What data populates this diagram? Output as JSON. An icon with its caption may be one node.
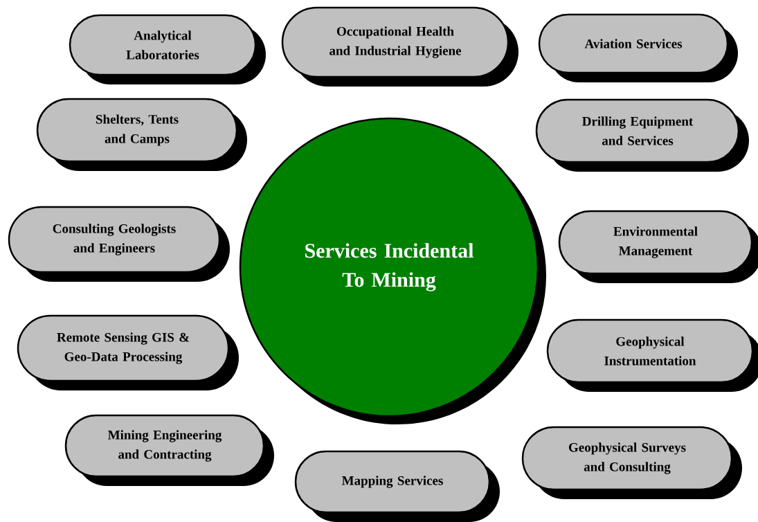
{
  "diagram": {
    "nodes": [
      {
        "text": [
          "Occupational Health and Industrial Hygiene"
        ]
      },
      {
        "text": [
          "Analytical Laboratories"
        ]
      },
      {
        "text": [
          "Aviation Services"
        ]
      },
      {
        "text": [
          "Shelters, Tents and Camps"
        ]
      },
      {
        "text": [
          "Drilling Equipment and Services"
        ]
      },
      {
        "text": [
          "Consulting Geologists and Engineers"
        ]
      },
      {
        "text": [
          "Environmental Management"
        ]
      },
      {
        "text": [
          "Services Incidental To Mining"
        ]
      },
      {
        "text": [
          "Remote Sensing GIS & Geo-Data Processing"
        ]
      },
      {
        "text": [
          "Geophysical Instrumentation"
        ]
      },
      {
        "text": [
          "Mining Engineering and Contracting"
        ]
      },
      {
        "text": [
          "Geophysical Surveys and Consulting"
        ]
      },
      {
        "text": [
          "Mapping Services"
        ]
      }
    ]
  }
}
